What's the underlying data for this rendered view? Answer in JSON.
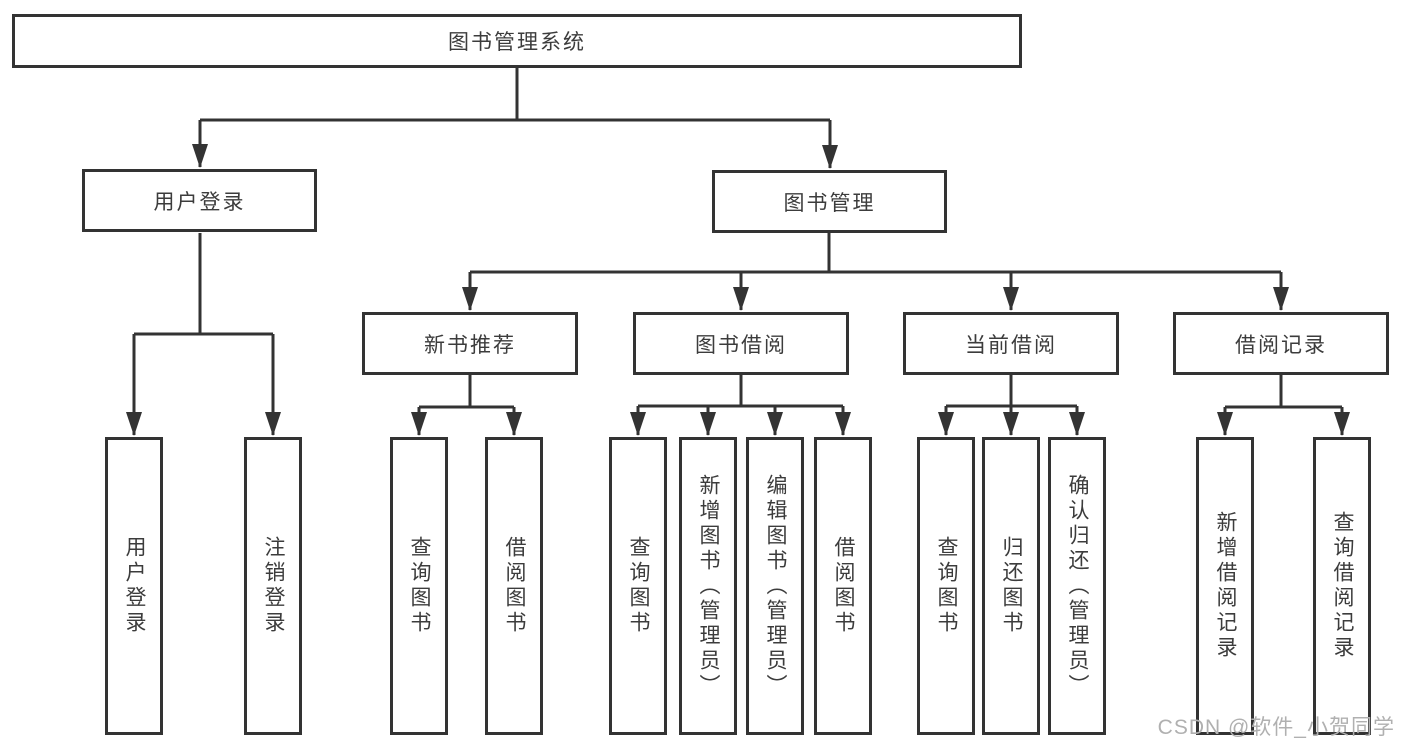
{
  "tree": {
    "root": {
      "label": "图书管理系统"
    },
    "branches": [
      {
        "label": "用户登录",
        "children": [
          {
            "label": "用户登录"
          },
          {
            "label": "注销登录"
          }
        ]
      },
      {
        "label": "图书管理",
        "children": [
          {
            "label": "新书推荐",
            "children": [
              {
                "label": "查询图书"
              },
              {
                "label": "借阅图书"
              }
            ]
          },
          {
            "label": "图书借阅",
            "children": [
              {
                "label": "查询图书"
              },
              {
                "label": "新增图书（管理员）"
              },
              {
                "label": "编辑图书（管理员）"
              },
              {
                "label": "借阅图书"
              }
            ]
          },
          {
            "label": "当前借阅",
            "children": [
              {
                "label": "查询图书"
              },
              {
                "label": "归还图书"
              },
              {
                "label": "确认归还（管理员）"
              }
            ]
          },
          {
            "label": "借阅记录",
            "children": [
              {
                "label": "新增借阅记录"
              },
              {
                "label": "查询借阅记录"
              }
            ]
          }
        ]
      }
    ]
  },
  "watermark": {
    "text": "CSDN @软件_小贺同学"
  },
  "colors": {
    "line": "#333333",
    "box_border": "#333333",
    "box_fill": "#ffffff",
    "text": "#3c3c3c",
    "watermark": "#b0b0b0"
  }
}
